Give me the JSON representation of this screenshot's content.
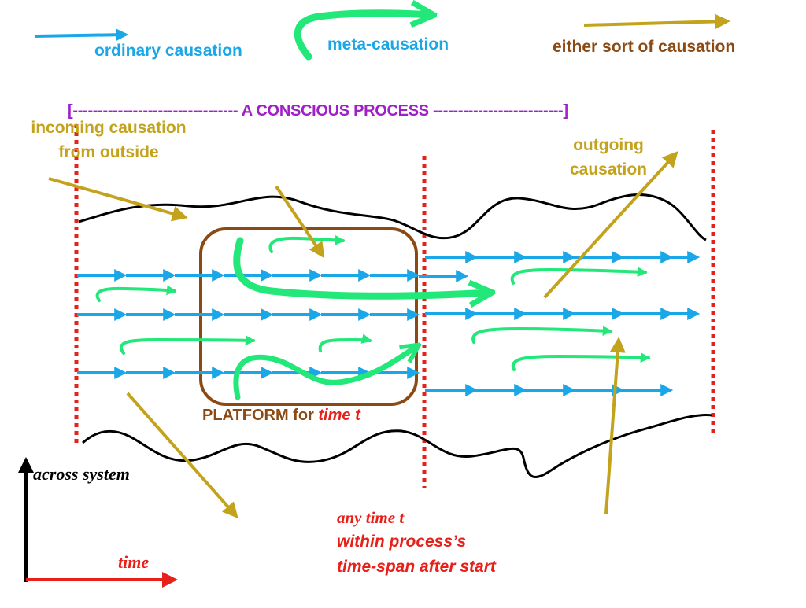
{
  "legend": {
    "ordinary": "ordinary causation",
    "meta": "meta-causation",
    "either": "either sort of causation"
  },
  "process_banner": "[--------------------------------- A CONSCIOUS PROCESS --------------------------]",
  "labels": {
    "incoming_line1": "incoming causation",
    "incoming_line2": "from outside",
    "outgoing_line1": "outgoing",
    "outgoing_line2": "causation",
    "platform_prefix": "PLATFORM for ",
    "platform_time": "time t",
    "across_system": "across system",
    "time_axis": "time",
    "any_time_line1": "any time t",
    "any_time_line2": "within process’s",
    "any_time_line3": "time-span after  start"
  },
  "colors": {
    "ordinary": "#1aa7e8",
    "meta": "#22e87a",
    "either": "#c3a31b",
    "banner": "#a020c8",
    "dotted": "#e8201a",
    "platform_box": "#8b4a14",
    "red_text": "#e8201a",
    "legend_blue_text": "#1aa7e8",
    "legend_either_text": "#8b4a14",
    "legend_meta_text": "#1aa7e8"
  }
}
